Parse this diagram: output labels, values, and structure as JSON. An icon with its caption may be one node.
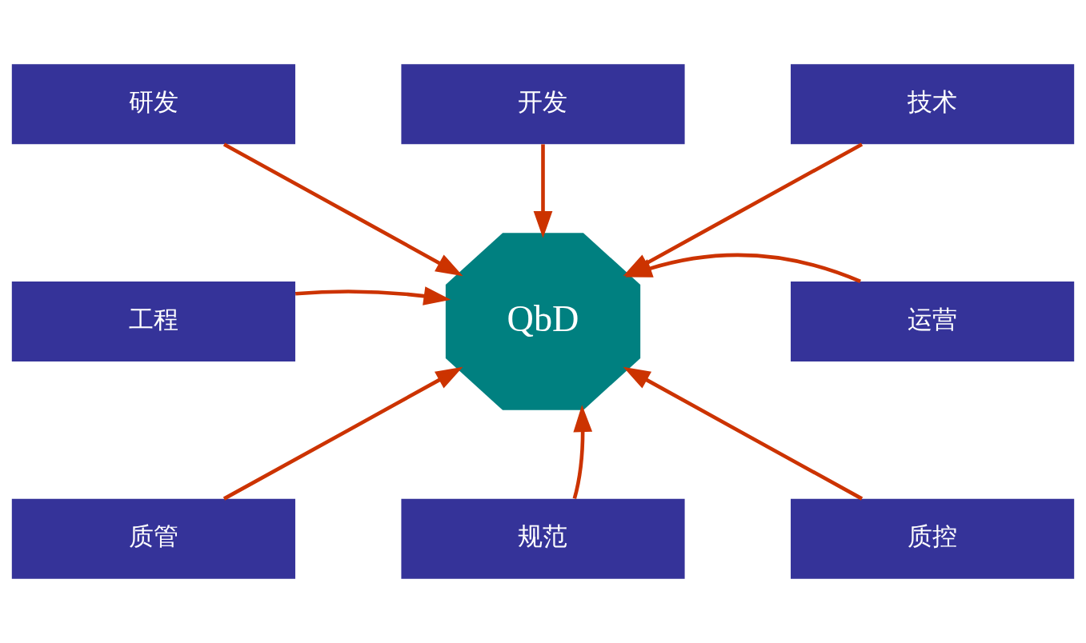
{
  "diagram": {
    "nodes": [
      {
        "text": [
          "研发"
        ]
      },
      {
        "text": [
          "开发"
        ]
      },
      {
        "text": [
          "技术"
        ]
      },
      {
        "text": [
          "工程"
        ]
      },
      {
        "text": [
          "QbD"
        ]
      },
      {
        "text": [
          "运营"
        ]
      },
      {
        "text": [
          "质管"
        ]
      },
      {
        "text": [
          "规范"
        ]
      },
      {
        "text": [
          "质控"
        ]
      }
    ],
    "edges": [
      {
        "from": 0,
        "to": 4,
        "arrow": "to",
        "color": "#cc3300"
      },
      {
        "from": 1,
        "to": 4,
        "arrow": "to",
        "color": "#cc3300"
      },
      {
        "from": 2,
        "to": 4,
        "arrow": "to",
        "color": "#cc3300"
      },
      {
        "from": 3,
        "to": 4,
        "arrow": "to",
        "color": "#cc3300"
      },
      {
        "from": 5,
        "to": 4,
        "arrow": "to",
        "color": "#cc3300"
      },
      {
        "from": 6,
        "to": 4,
        "arrow": "to",
        "color": "#cc3300"
      },
      {
        "from": 7,
        "to": 4,
        "arrow": "to",
        "color": "#cc3300"
      },
      {
        "from": 8,
        "to": 4,
        "arrow": "to",
        "color": "#cc3300"
      }
    ]
  }
}
